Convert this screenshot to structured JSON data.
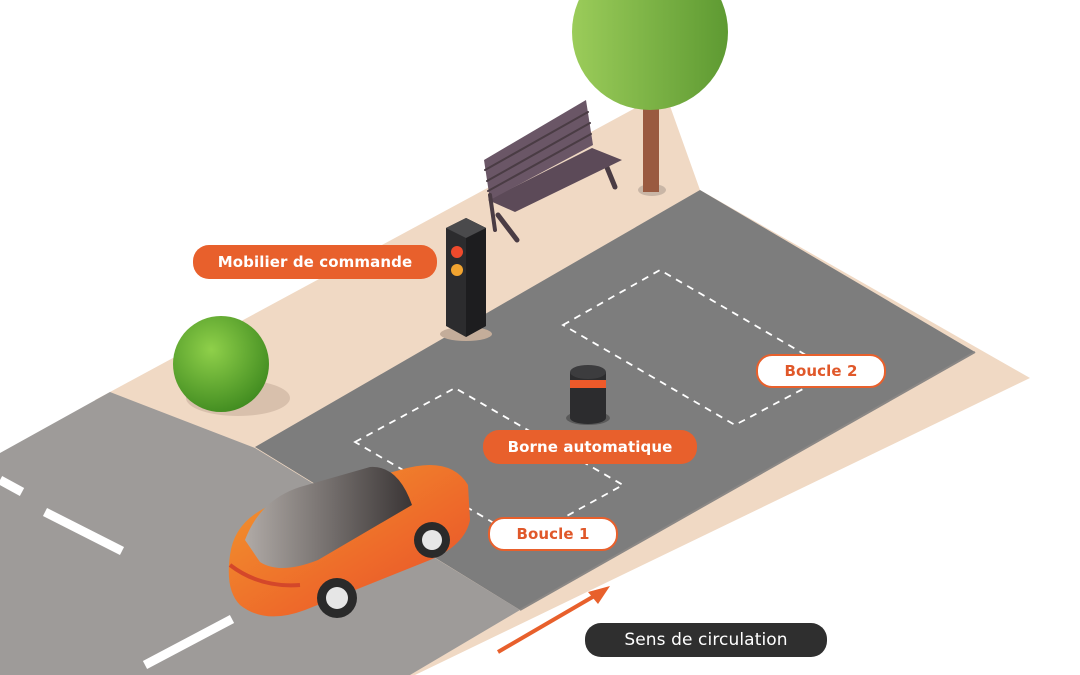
{
  "labels": {
    "mobilier": "Mobilier de commande",
    "borne": "Borne automatique",
    "boucle1": "Boucle 1",
    "boucle2": "Boucle 2",
    "sens": "Sens de circulation"
  },
  "colors": {
    "accent": "#e8602c",
    "road": "#7d7d7d",
    "road_light": "#9a9a9a",
    "sidewalk": "#f0d9c4",
    "dark_label": "#2f2f2f",
    "tree_green": "#7db443"
  },
  "icons": [
    "tree-icon",
    "bench-icon",
    "traffic-light-icon",
    "bush-icon",
    "bollard-icon",
    "car-icon",
    "direction-arrow-icon"
  ]
}
